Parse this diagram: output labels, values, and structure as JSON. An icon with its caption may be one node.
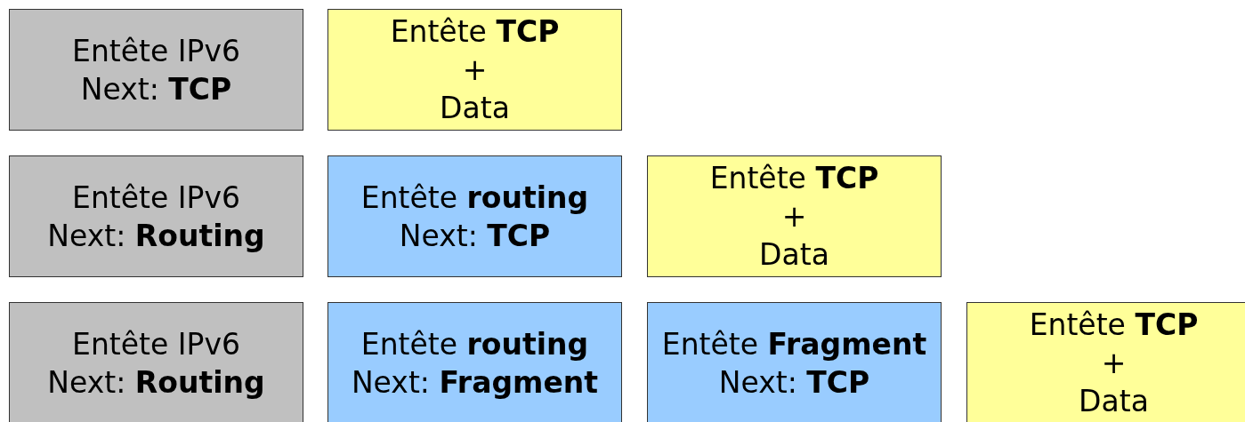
{
  "diagram": {
    "nodes": [
      {
        "text": [
          "Entête IPv6",
          "Next: **TCP**"
        ]
      },
      {
        "text": [
          "Entête **TCP**",
          "+",
          "Data"
        ]
      },
      {
        "text": [
          "Entête IPv6",
          "Next: **Routing**"
        ]
      },
      {
        "text": [
          "Entête **routing**",
          "Next: **TCP**"
        ]
      },
      {
        "text": [
          "Entête **TCP**",
          "+",
          "Data"
        ]
      },
      {
        "text": [
          "Entête IPv6",
          "Next: **Routing**"
        ]
      },
      {
        "text": [
          "Entête **routing**",
          "Next: **Fragment**"
        ]
      },
      {
        "text": [
          "Entête **Fragment**",
          "Next: **TCP**"
        ]
      },
      {
        "text": [
          "Entête **TCP**",
          "+",
          "Data"
        ]
      }
    ]
  }
}
